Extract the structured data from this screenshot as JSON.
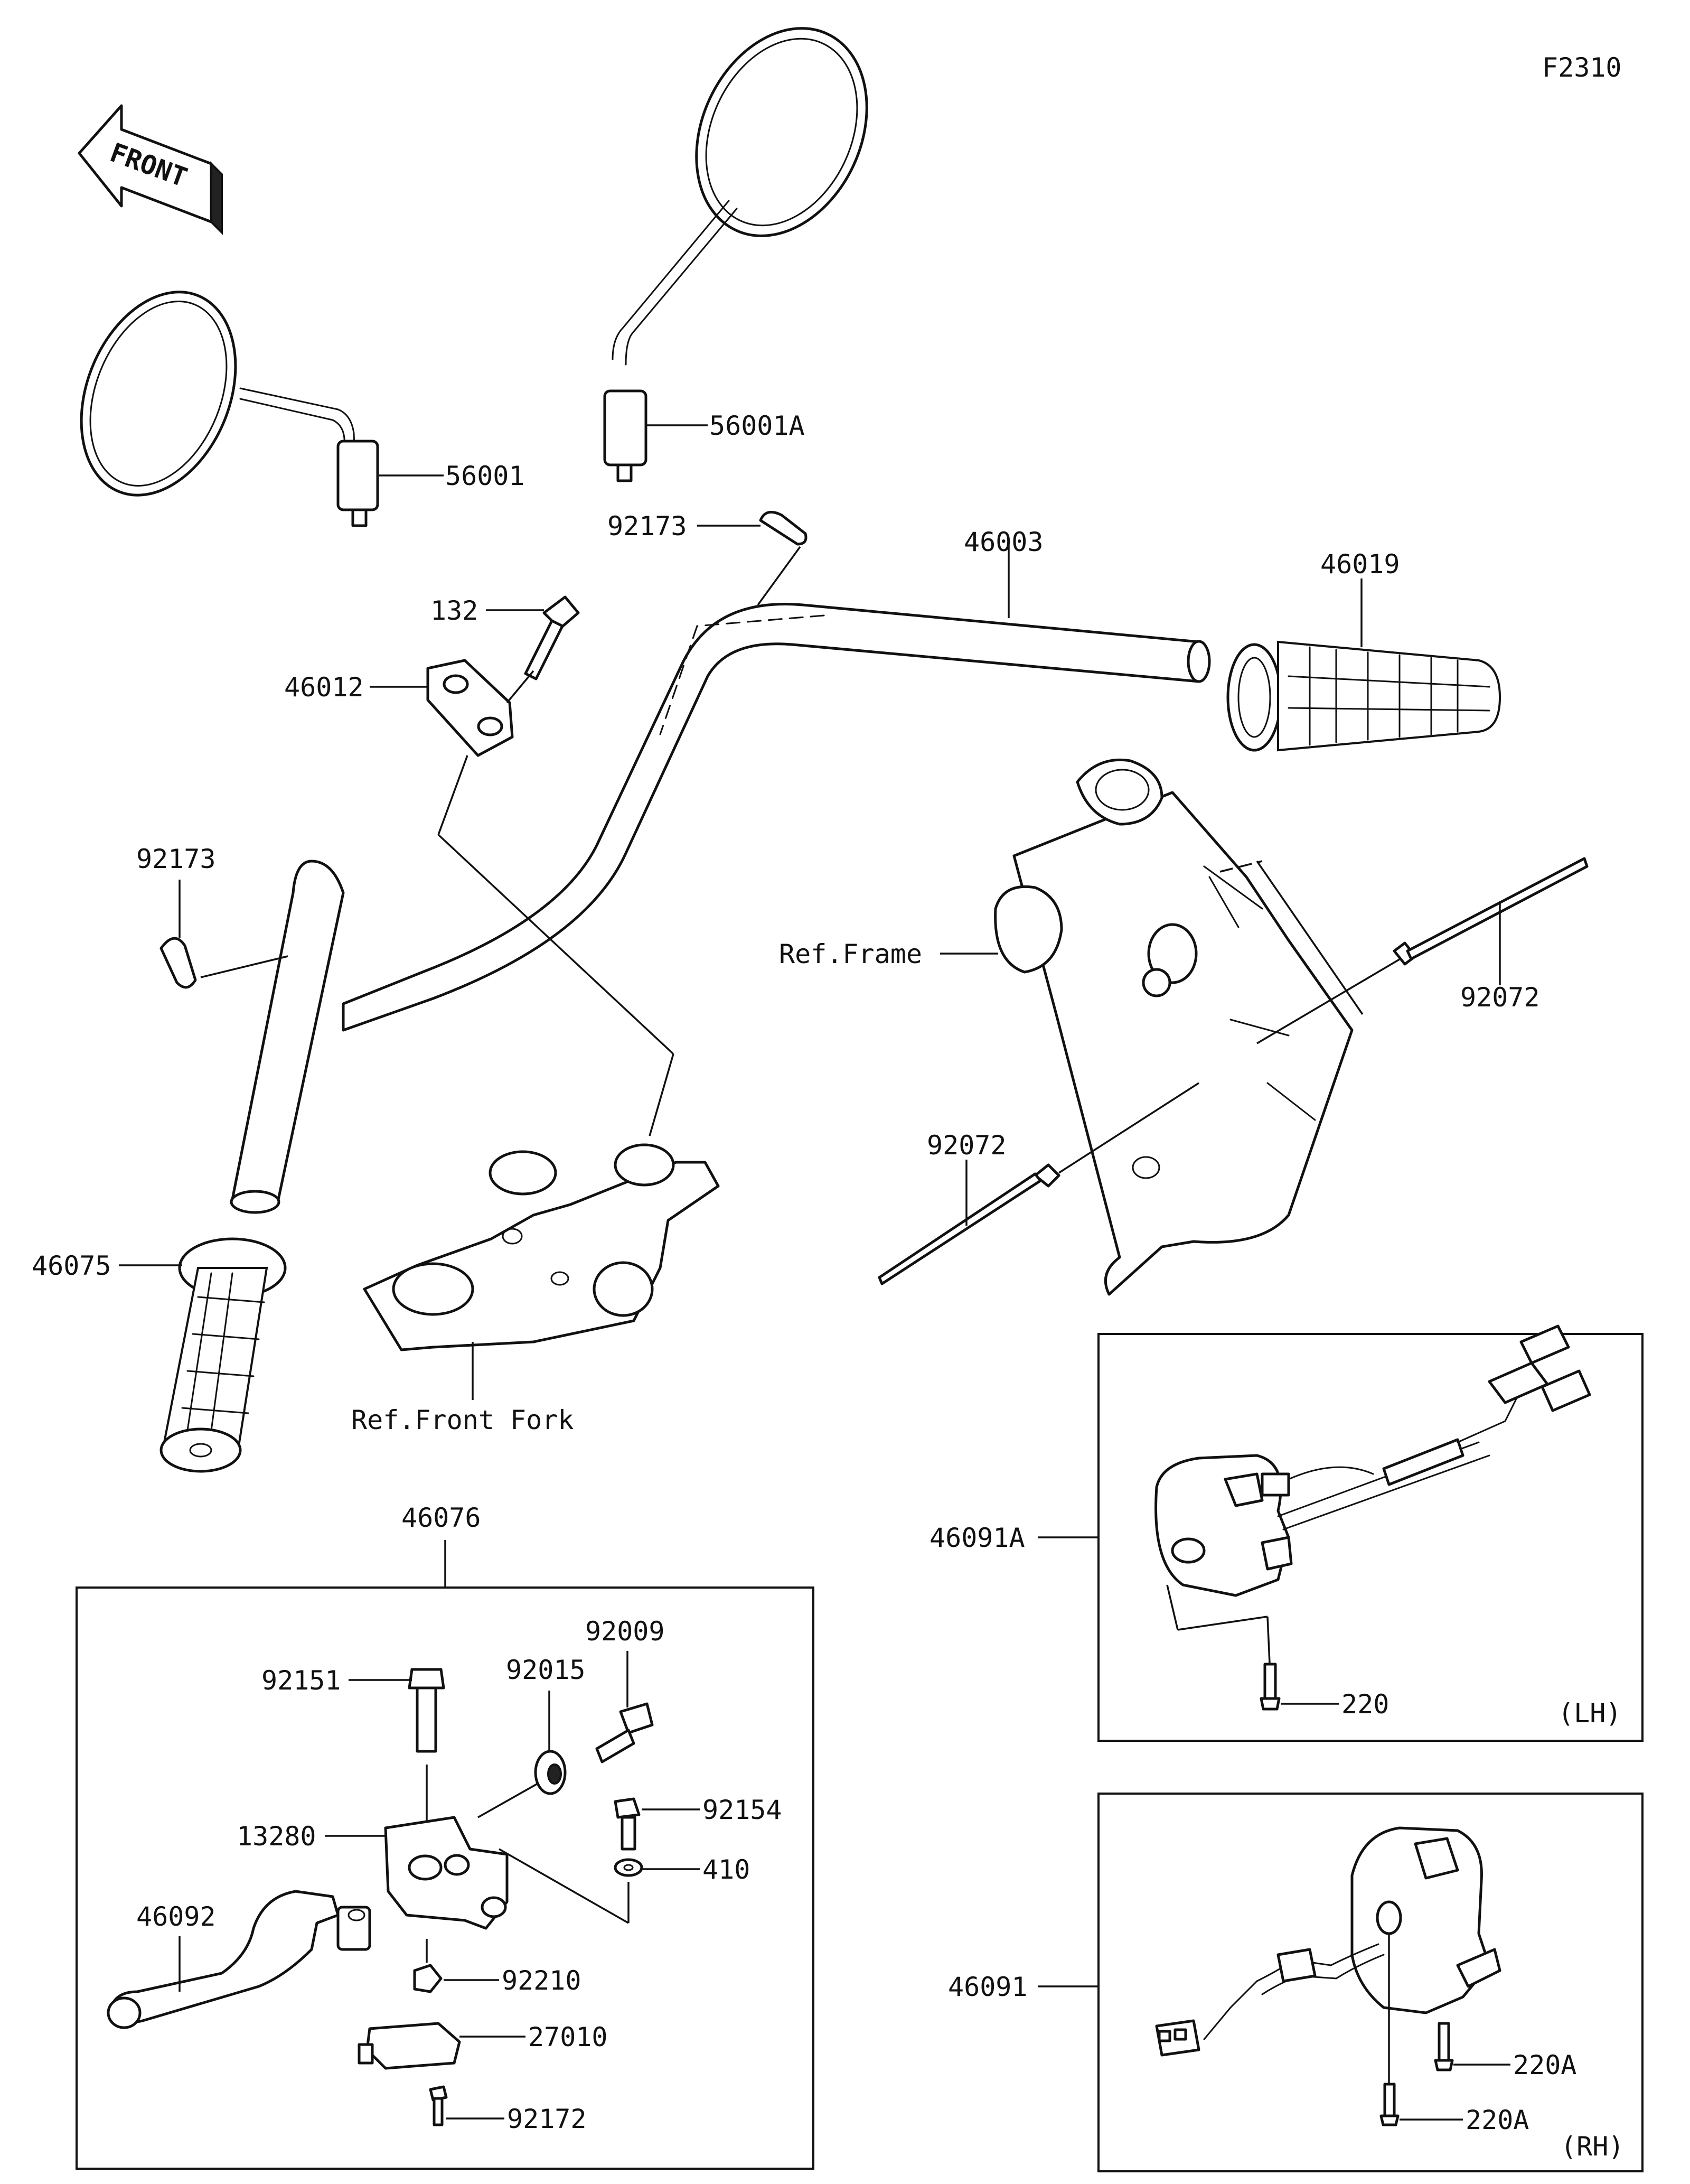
{
  "figure_code": "F2310",
  "front_arrow": "FRONT",
  "callouts": {
    "c56001": "56001",
    "c56001A": "56001A",
    "c92173_top": "92173",
    "c46003": "46003",
    "c46019": "46019",
    "c132": "132",
    "c46012": "46012",
    "c92173_left": "92173",
    "c46075": "46075",
    "ref_frame": "Ref.Frame",
    "c92072_right": "92072",
    "c92072_left": "92072",
    "ref_front_fork": "Ref.Front Fork",
    "c46076": "46076",
    "c92151": "92151",
    "c92015": "92015",
    "c92009": "92009",
    "c92154": "92154",
    "c13280": "13280",
    "c410": "410",
    "c46092": "46092",
    "c92210": "92210",
    "c27010": "27010",
    "c92172": "92172",
    "c46091A": "46091A",
    "c220": "220",
    "lh": "(LH)",
    "c46091": "46091",
    "c220A_upper": "220A",
    "c220A_lower": "220A",
    "rh": "(RH)"
  }
}
